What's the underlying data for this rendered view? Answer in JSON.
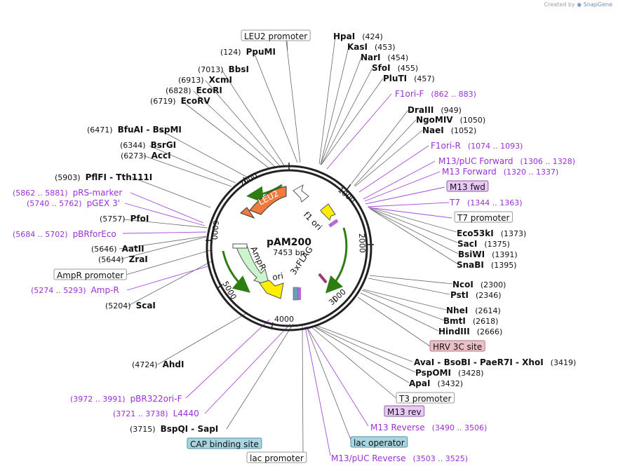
{
  "credit": {
    "prefix": "Created by",
    "brand": "SnapGene"
  },
  "plasmid": {
    "name": "pAM200",
    "length_label": "7453 bp",
    "length": 7453
  },
  "ticks": [
    "1000",
    "2000",
    "3000",
    "4000",
    "5000",
    "6000",
    "7000"
  ],
  "features_on_map": [
    {
      "label": "LEU2"
    },
    {
      "label": "f1 ori"
    },
    {
      "label": "AmpR"
    },
    {
      "label": "ori"
    },
    {
      "label": "3xFLAG"
    }
  ],
  "labels": [
    {
      "kind": "box",
      "name": "LEU2 promoter"
    },
    {
      "kind": "enzyme",
      "name": "PpuMI",
      "pos": "(124)"
    },
    {
      "kind": "enzyme",
      "name": "BbsI",
      "pos": "(7013)"
    },
    {
      "kind": "enzyme",
      "name": "XcmI",
      "pos": "(6913)"
    },
    {
      "kind": "enzyme",
      "name": "EcoRI",
      "pos": "(6828)"
    },
    {
      "kind": "enzyme",
      "name": "EcoRV",
      "pos": "(6719)"
    },
    {
      "kind": "enzyme",
      "name": "BfuAI - BspMI",
      "pos": "(6471)"
    },
    {
      "kind": "enzyme",
      "name": "BsrGI",
      "pos": "(6344)"
    },
    {
      "kind": "enzyme",
      "name": "AccI",
      "pos": "(6273)"
    },
    {
      "kind": "enzyme",
      "name": "PflFI - Tth111I",
      "pos": "(5903)"
    },
    {
      "kind": "feature",
      "name": "pRS-marker",
      "pos": "(5862 .. 5881)"
    },
    {
      "kind": "feature",
      "name": "pGEX 3'",
      "pos": "(5740 .. 5762)"
    },
    {
      "kind": "enzyme",
      "name": "PfoI",
      "pos": "(5757)"
    },
    {
      "kind": "feature",
      "name": "pBRforEco",
      "pos": "(5684 .. 5702)"
    },
    {
      "kind": "enzyme",
      "name": "AatII",
      "pos": "(5646)"
    },
    {
      "kind": "enzyme",
      "name": "ZraI",
      "pos": "(5644)"
    },
    {
      "kind": "box",
      "name": "AmpR promoter"
    },
    {
      "kind": "feature",
      "name": "Amp-R",
      "pos": "(5274 .. 5293)"
    },
    {
      "kind": "enzyme",
      "name": "ScaI",
      "pos": "(5204)"
    },
    {
      "kind": "enzyme",
      "name": "AhdI",
      "pos": "(4724)"
    },
    {
      "kind": "feature",
      "name": "pBR322ori-F",
      "pos": "(3972 .. 3991)"
    },
    {
      "kind": "feature",
      "name": "L4440",
      "pos": "(3721 .. 3738)"
    },
    {
      "kind": "enzyme",
      "name": "BspQI - SapI",
      "pos": "(3715)"
    },
    {
      "kind": "box",
      "name": "CAP binding site"
    },
    {
      "kind": "box",
      "name": "lac promoter"
    },
    {
      "kind": "enzyme",
      "name": "HpaI",
      "pos": "(424)"
    },
    {
      "kind": "enzyme",
      "name": "KasI",
      "pos": "(453)"
    },
    {
      "kind": "enzyme",
      "name": "NarI",
      "pos": "(454)"
    },
    {
      "kind": "enzyme",
      "name": "SfoI",
      "pos": "(455)"
    },
    {
      "kind": "enzyme",
      "name": "PluTI",
      "pos": "(457)"
    },
    {
      "kind": "feature",
      "name": "F1ori-F",
      "pos": "(862 .. 883)"
    },
    {
      "kind": "enzyme",
      "name": "DraIII",
      "pos": "(949)"
    },
    {
      "kind": "enzyme",
      "name": "NgoMIV",
      "pos": "(1050)"
    },
    {
      "kind": "enzyme",
      "name": "NaeI",
      "pos": "(1052)"
    },
    {
      "kind": "feature",
      "name": "F1ori-R",
      "pos": "(1074 .. 1093)"
    },
    {
      "kind": "feature",
      "name": "M13/pUC Forward",
      "pos": "(1306 .. 1328)"
    },
    {
      "kind": "feature",
      "name": "M13 Forward",
      "pos": "(1320 .. 1337)"
    },
    {
      "kind": "box",
      "name": "M13 fwd"
    },
    {
      "kind": "feature",
      "name": "T7",
      "pos": "(1344 .. 1363)"
    },
    {
      "kind": "box",
      "name": "T7 promoter"
    },
    {
      "kind": "enzyme",
      "name": "Eco53kI",
      "pos": "(1373)"
    },
    {
      "kind": "enzyme",
      "name": "SacI",
      "pos": "(1375)"
    },
    {
      "kind": "enzyme",
      "name": "BsiWI",
      "pos": "(1391)"
    },
    {
      "kind": "enzyme",
      "name": "SnaBI",
      "pos": "(1395)"
    },
    {
      "kind": "enzyme",
      "name": "NcoI",
      "pos": "(2300)"
    },
    {
      "kind": "enzyme",
      "name": "PstI",
      "pos": "(2346)"
    },
    {
      "kind": "enzyme",
      "name": "NheI",
      "pos": "(2614)"
    },
    {
      "kind": "enzyme",
      "name": "BmtI",
      "pos": "(2618)"
    },
    {
      "kind": "enzyme",
      "name": "HindIII",
      "pos": "(2666)"
    },
    {
      "kind": "box",
      "name": "HRV 3C site"
    },
    {
      "kind": "enzyme",
      "name": "AvaI - BsoBI - PaeR7I - XhoI",
      "pos": "(3419)"
    },
    {
      "kind": "enzyme",
      "name": "PspOMI",
      "pos": "(3428)"
    },
    {
      "kind": "enzyme",
      "name": "ApaI",
      "pos": "(3432)"
    },
    {
      "kind": "box",
      "name": "T3 promoter"
    },
    {
      "kind": "box",
      "name": "M13 rev"
    },
    {
      "kind": "feature",
      "name": "M13 Reverse",
      "pos": "(3490 .. 3506)"
    },
    {
      "kind": "box",
      "name": "lac operator"
    },
    {
      "kind": "feature",
      "name": "M13/pUC Reverse",
      "pos": "(3503 .. 3525)"
    }
  ]
}
